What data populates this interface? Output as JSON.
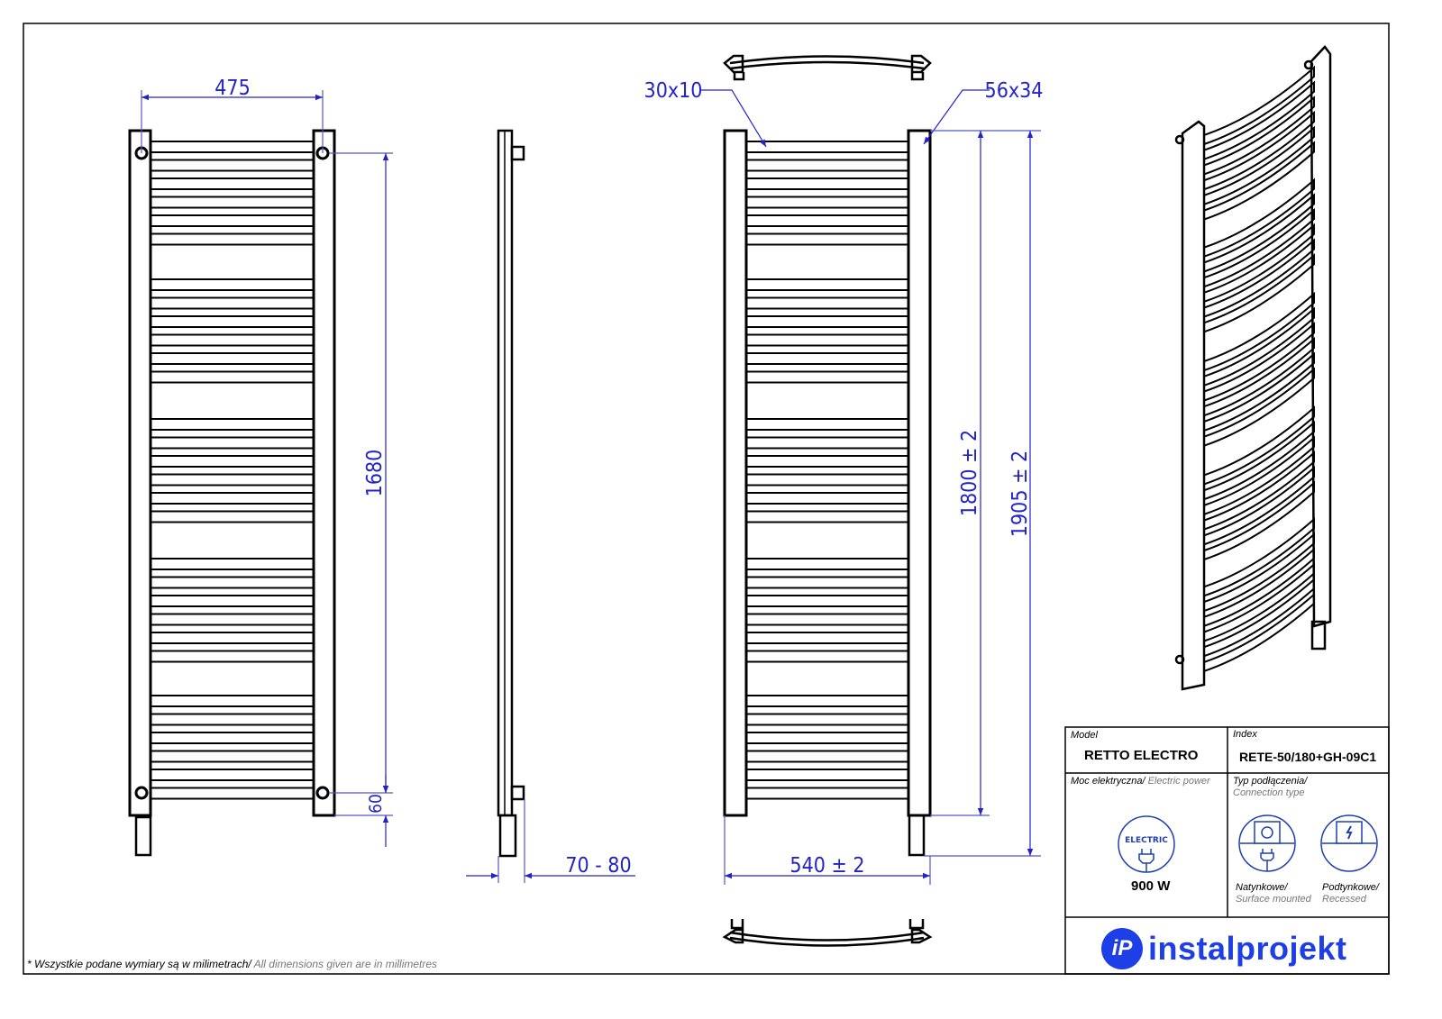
{
  "dimensions": {
    "width_475": "475",
    "height_1680": "1680",
    "offset_60": "60",
    "depth_70_80": "70 - 80",
    "profile_30x10": "30x10",
    "profile_56x34": "56x34",
    "height_1800": "1800 ± 2",
    "height_1905": "1905 ± 2",
    "width_540": "540 ± 2"
  },
  "title_block": {
    "model_label": "Model",
    "model_value": "RETTO ELECTRO",
    "index_label": "Index",
    "index_value": "RETE-50/180+GH-09C1",
    "power_label_pl": "Moc elektryczna/",
    "power_label_en": "Electric power",
    "power_icon_text": "ELECTRIC",
    "power_value": "900 W",
    "connection_label_pl": "Typ podłączenia/",
    "connection_label_en": "Connection type",
    "surface_pl": "Natynkowe/",
    "surface_en": "Surface mounted",
    "recessed_pl": "Podtynkowe/",
    "recessed_en": "Recessed"
  },
  "logo": {
    "mark": "iP",
    "text": "instalprojekt"
  },
  "footnote": {
    "pl": "* Wszystkie podane wymiary są w milimetrach/",
    "en": "All dimensions given are in millimetres"
  },
  "colors": {
    "dimension": "#2323c8",
    "brand": "#1f3fe6"
  }
}
